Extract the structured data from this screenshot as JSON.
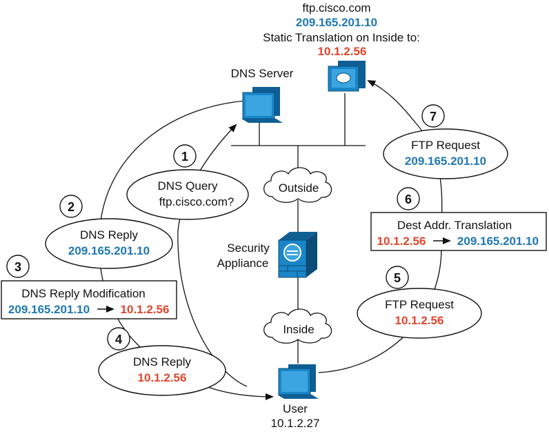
{
  "top_server": {
    "hostname": "ftp.cisco.com",
    "public_ip": "209.165.201.10",
    "note": "Static Translation on Inside to:",
    "inside_ip": "10.1.2.56"
  },
  "dns_server": {
    "label": "DNS Server"
  },
  "clouds": {
    "outside": "Outside",
    "inside": "Inside"
  },
  "appliance": {
    "line1": "Security",
    "line2": "Appliance"
  },
  "user": {
    "label": "User",
    "ip": "10.1.2.27"
  },
  "steps": [
    {
      "num": "1",
      "line1": "DNS Query",
      "line2": "ftp.cisco.com?"
    },
    {
      "num": "2",
      "line1": "DNS Reply",
      "line2": "209.165.201.10"
    },
    {
      "num": "3",
      "line1": "DNS Reply Modification",
      "from": "209.165.201.10",
      "to": "10.1.2.56"
    },
    {
      "num": "4",
      "line1": "DNS Reply",
      "line2": "10.1.2.56"
    },
    {
      "num": "5",
      "line1": "FTP Request",
      "line2": "10.1.2.56"
    },
    {
      "num": "6",
      "line1": "Dest Addr. Translation",
      "from": "10.1.2.56",
      "to": "209.165.201.10"
    },
    {
      "num": "7",
      "line1": "FTP Request",
      "line2": "209.165.201.10"
    }
  ],
  "colors": {
    "blue": "#1f78b4",
    "red": "#e0452b",
    "device": "#1a86c8"
  }
}
